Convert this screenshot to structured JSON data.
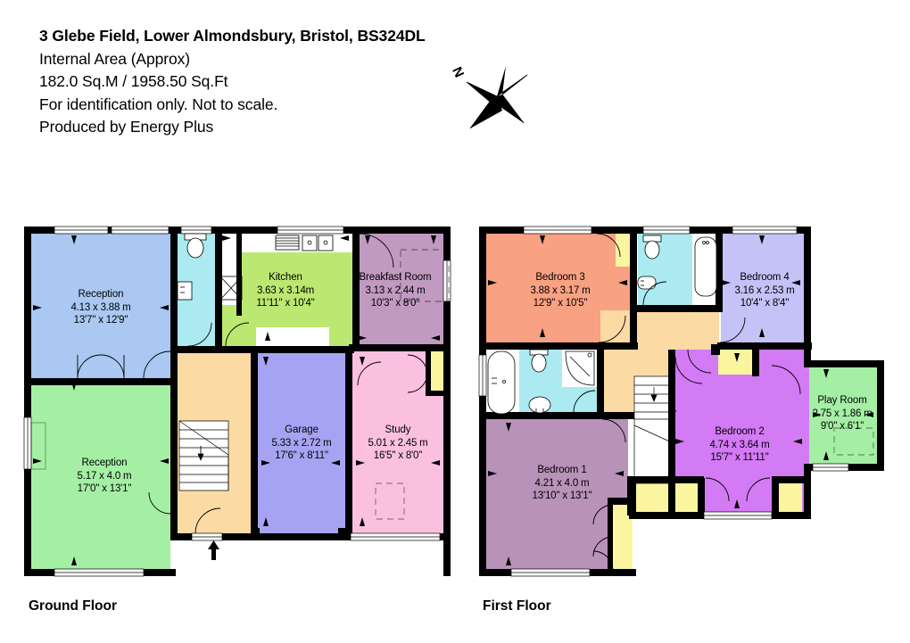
{
  "header": {
    "lines": [
      "3 Glebe Field, Lower Almondsbury, Bristol, BS324DL",
      "Internal Area (Approx)",
      "182.0 Sq.M / 1958.50 Sq.Ft",
      "For identification only. Not to scale.",
      "Produced by Energy Plus"
    ],
    "address": "3 Glebe Field, Lower Almondsbury, Bristol, BS324DL",
    "area_caption": "Internal Area (Approx)",
    "area_value": "182.0 Sq.M / 1958.50 Sq.Ft",
    "disclaimer": "For identification only. Not to scale.",
    "producer": "Produced by Energy Plus"
  },
  "compass": {
    "north_label": "N"
  },
  "floors": [
    {
      "id": "ground",
      "caption": "Ground Floor",
      "rooms": [
        {
          "name": "Reception",
          "dim_metric": "4.13 x 3.88 m",
          "dim_imperial": "13'7'' x 12'9''",
          "color": "#aac8f2"
        },
        {
          "name": "Reception",
          "dim_metric": "5.17 x 4.0 m",
          "dim_imperial": "17'0'' x 13'1''",
          "color": "#a5efa5"
        },
        {
          "name": "Kitchen",
          "dim_metric": "3.63 x 3.14m",
          "dim_imperial": "11'11'' x 10'4''",
          "color": "#bbe870"
        },
        {
          "name": "Breakfast Room",
          "dim_metric": "3.13 x 2.44 m",
          "dim_imperial": "10'3'' x 8'0''",
          "color": "#c19ac2"
        },
        {
          "name": "Garage",
          "dim_metric": "5.33 x 2.72 m",
          "dim_imperial": "17'6'' x 8'11''",
          "color": "#a6a4f2"
        },
        {
          "name": "Study",
          "dim_metric": "5.01 x 2.45 m",
          "dim_imperial": "16'5'' x 8'0''",
          "color": "#fbc0e0"
        }
      ],
      "unlabelled_areas": [
        {
          "name": "wc",
          "color": "#aaeaf0"
        },
        {
          "name": "hallway",
          "color": "#fbdaa4"
        },
        {
          "name": "cupboard",
          "color": "#ffffff"
        },
        {
          "name": "porch",
          "color": "#fcf5a0"
        }
      ]
    },
    {
      "id": "first",
      "caption": "First Floor",
      "rooms": [
        {
          "name": "Bedroom 3",
          "dim_metric": "3.88 x 3.17 m",
          "dim_imperial": "12'9'' x 10'5''",
          "color": "#f9a183"
        },
        {
          "name": "Bedroom 4",
          "dim_metric": "3.16 x 2.53 m",
          "dim_imperial": "10'4'' x 8'4''",
          "color": "#c5c2f7"
        },
        {
          "name": "Bedroom 1",
          "dim_metric": "4.21 x 4.0 m",
          "dim_imperial": "13'10'' x 13'1''",
          "color": "#b892b8"
        },
        {
          "name": "Bedroom 2",
          "dim_metric": "4.74 x 3.64 m",
          "dim_imperial": "15'7'' x 11'11''",
          "color": "#d37af5"
        },
        {
          "name": "Play Room",
          "dim_metric": "2.75 x 1.86 m",
          "dim_imperial": "9'0'' x 6'1''",
          "color": "#a5efa5"
        }
      ],
      "unlabelled_areas": [
        {
          "name": "ensuite-bathroom",
          "color": "#aaeaf0"
        },
        {
          "name": "family-bathroom",
          "color": "#aaeaf0"
        },
        {
          "name": "landing",
          "color": "#fbdaa4"
        },
        {
          "name": "wardrobe",
          "color": "#fcf5a0"
        }
      ]
    }
  ],
  "palette": {
    "wall": "#000000",
    "background": "#ffffff",
    "blue_reception": "#aac8f2",
    "green_reception": "#a5efa5",
    "kitchen_green": "#bbe870",
    "breakfast_purple": "#c19ac2",
    "garage_periwinkle": "#a6a4f2",
    "study_pink": "#fbc0e0",
    "bathroom_cyan": "#aaeaf0",
    "hall_peach": "#fbdaa4",
    "wardrobe_yellow": "#fcf5a0",
    "bedroom3_salmon": "#f9a183",
    "bedroom4_lavender": "#c5c2f7",
    "bedroom1_mauve": "#b892b8",
    "bedroom2_magenta": "#d37af5",
    "playroom_green": "#a5efa5"
  }
}
